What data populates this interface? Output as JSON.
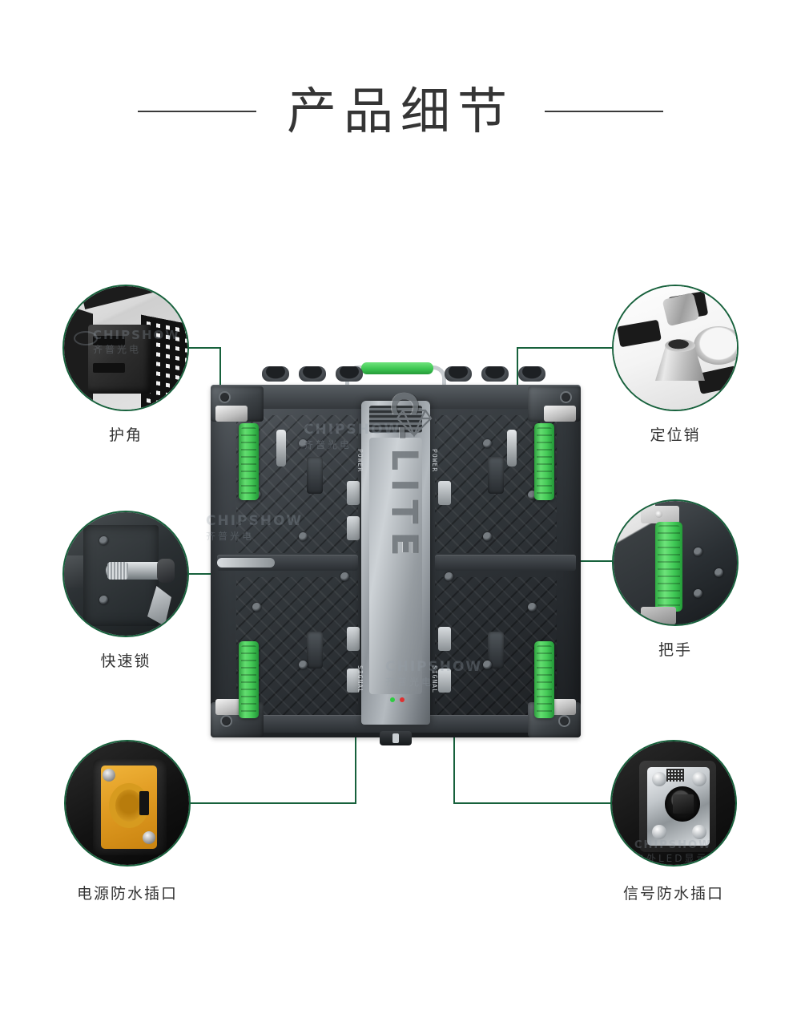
{
  "page": {
    "background_color": "#ffffff",
    "accent_color": "#17613c",
    "title_color": "#353535",
    "label_color": "#333333",
    "handle_green": "#46cb58"
  },
  "header": {
    "title": "产品细节",
    "rule_left": "",
    "rule_right": ""
  },
  "callouts": [
    {
      "id": "corner-protector",
      "label": "护角",
      "position": "top-left",
      "icon": "corner-protector-photo"
    },
    {
      "id": "locating-pin",
      "label": "定位销",
      "position": "top-right",
      "icon": "locating-pin-photo"
    },
    {
      "id": "quick-lock",
      "label": "快速锁",
      "position": "middle-left",
      "icon": "quick-lock-photo"
    },
    {
      "id": "handle",
      "label": "把手",
      "position": "middle-right",
      "icon": "handle-photo"
    },
    {
      "id": "power-socket",
      "label": "电源防水插口",
      "position": "bottom-left",
      "icon": "power-socket-photo"
    },
    {
      "id": "signal-socket",
      "label": "信号防水插口",
      "position": "bottom-right",
      "icon": "signal-socket-photo"
    }
  ],
  "product": {
    "name": "C-LITE LED cabinet rear view",
    "brand_text": "C-LITE",
    "port_labels": {
      "power_left": "POWER",
      "power_right": "POWER",
      "signal_left": "SIGNAL",
      "signal_right": "SIGNAL"
    },
    "status_leds": [
      {
        "name": "green-led",
        "color": "#2ecc40"
      },
      {
        "name": "red-led",
        "color": "#e03030"
      }
    ]
  },
  "watermarks": [
    {
      "text": "CHIPSHOW",
      "sub": "齐普光电"
    },
    {
      "text": "CHIPSHOW",
      "sub": "齐普光电"
    },
    {
      "text": "CHIPSHOW",
      "sub": "齐普光电"
    },
    {
      "text": "CHIPSHOW",
      "sub": "齐普光电"
    }
  ]
}
